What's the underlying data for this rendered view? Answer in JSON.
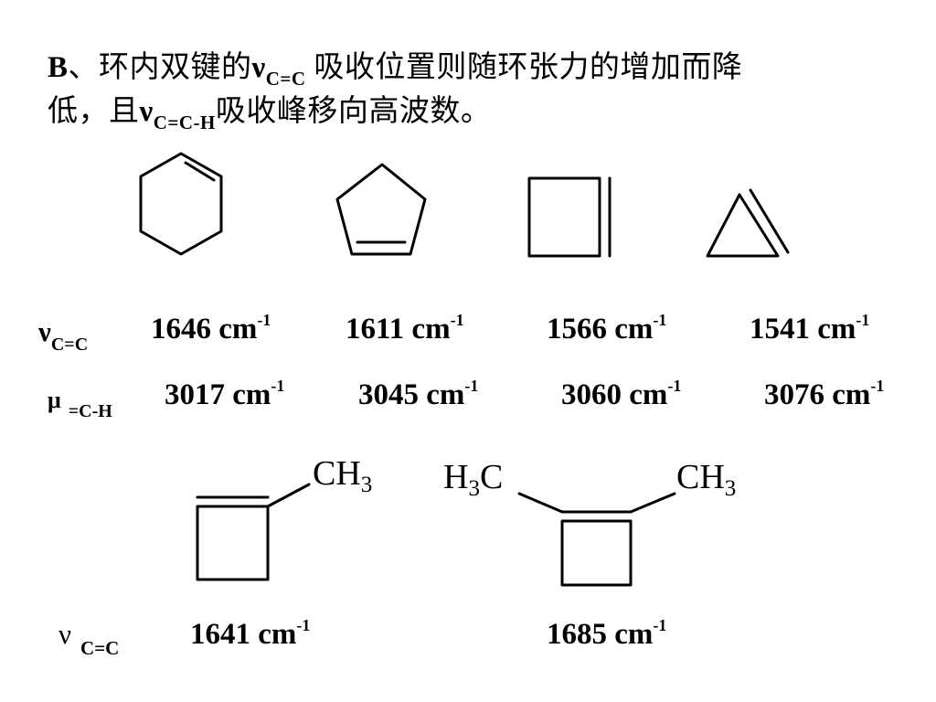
{
  "headline": {
    "prefix_bold": "B",
    "text1": "、环内双键的",
    "nu1": "ν",
    "nu1_sub": "C=C",
    "text2": " 吸收位置则随环张力的增加而降",
    "text3": "低，且",
    "nu2": "ν",
    "nu2_sub": "C=C-H",
    "text4": "吸收峰移向高波数。"
  },
  "rings": [
    "cyclohexene-icon",
    "cyclopentene-icon",
    "cyclobutene-icon",
    "cyclopropene-icon"
  ],
  "row_cc": {
    "label": "ν",
    "label_sub": "C=C",
    "values": [
      {
        "num": "1646 cm",
        "exp": "-1"
      },
      {
        "num": "1611 cm",
        "exp": "-1"
      },
      {
        "num": "1566 cm",
        "exp": "-1"
      },
      {
        "num": "1541 cm",
        "exp": "-1"
      }
    ]
  },
  "row_cch": {
    "label": "μ",
    "label_sub": "=C-H",
    "values": [
      {
        "num": "3017 cm",
        "exp": "-1"
      },
      {
        "num": "3045 cm",
        "exp": "-1"
      },
      {
        "num": "3060 cm",
        "exp": "-1"
      },
      {
        "num": "3076 cm",
        "exp": "-1"
      }
    ]
  },
  "substituted": {
    "mol1": {
      "ch3_right": "CH",
      "ch3_right_n": "3"
    },
    "mol2": {
      "ch3_left": "H",
      "ch3_left_n": "3",
      "ch3_left_c": "C",
      "ch3_right": "CH",
      "ch3_right_n": "3"
    },
    "label": "ν",
    "label_sub": "C=C",
    "values": [
      {
        "num": "1641 cm",
        "exp": "-1"
      },
      {
        "num": "1685 cm",
        "exp": "-1"
      }
    ]
  }
}
